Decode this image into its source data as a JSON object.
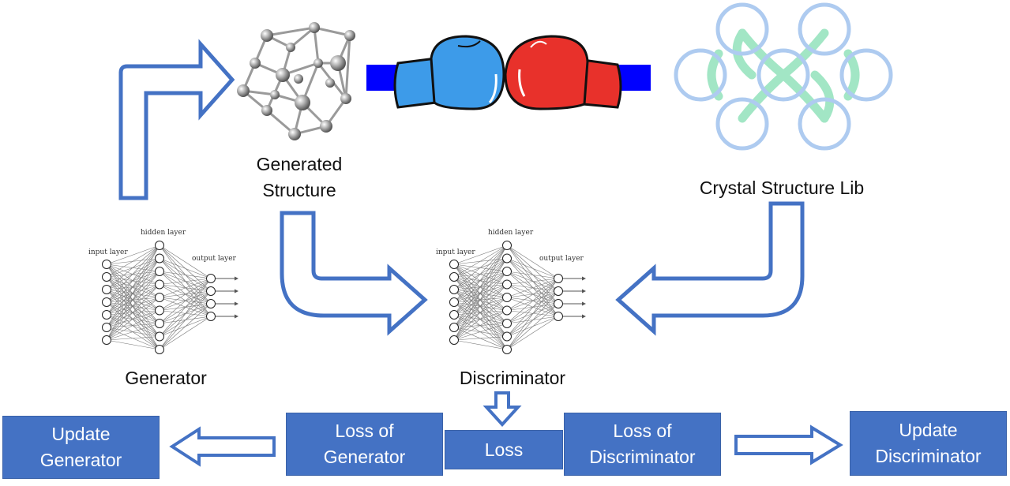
{
  "labels": {
    "generated_structure": "Generated\nStructure",
    "crystal_lib": "Crystal Structure Lib",
    "generator": "Generator",
    "discriminator": "Discriminator"
  },
  "nn_labels": {
    "input": "input layer",
    "hidden": "hidden layer",
    "output": "output layer"
  },
  "boxes": {
    "update_generator": "Update\nGenerator",
    "loss_generator": "Loss of\nGenerator",
    "loss": "Loss",
    "loss_discriminator": "Loss of\nDiscriminator",
    "update_discriminator": "Update\nDiscriminator"
  },
  "colors": {
    "arrow_outline": "#4472c4",
    "box_fill": "#4472c4",
    "glove_blue": "#3d9be9",
    "glove_red": "#e8312b",
    "band": "#0000ff",
    "ring": "#aecbf0",
    "ring_link": "#9ee5c2"
  },
  "icons": {
    "structure": "molecule-lattice-icon",
    "gloves": "boxing-gloves-icon",
    "crystal": "crystal-rings-icon",
    "network": "neural-network-icon"
  }
}
